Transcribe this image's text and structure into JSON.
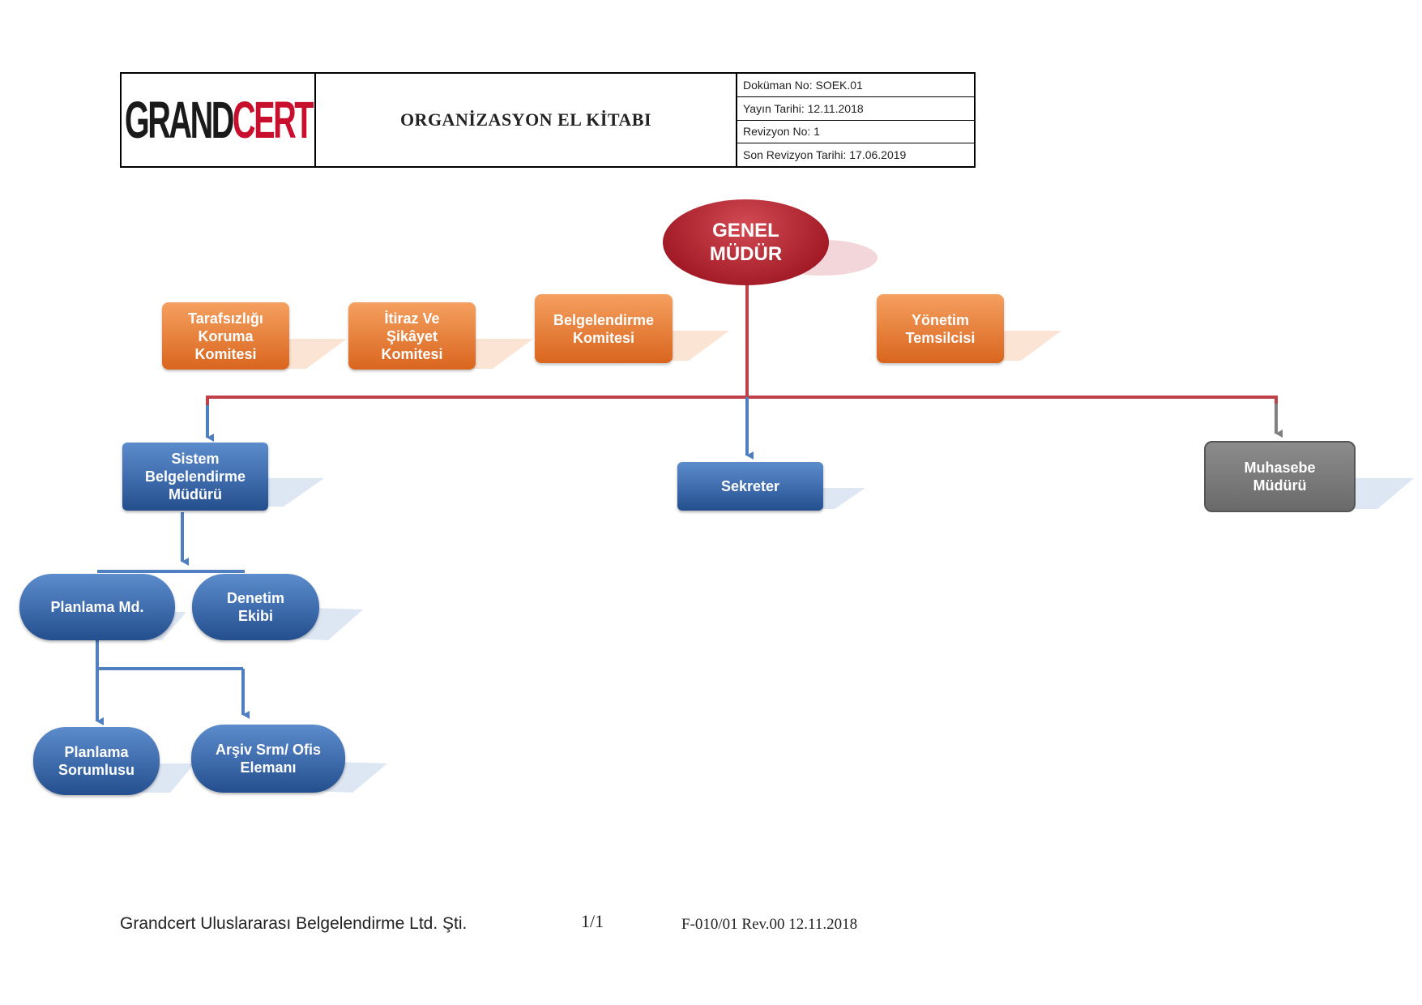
{
  "header": {
    "logo_grand": "GRAND",
    "logo_cert": "CERT",
    "title": "ORGANİZASYON EL KİTABI",
    "doc_no": "Doküman No: SOEK.01",
    "publish_date": "Yayın Tarihi: 12.11.2018",
    "revision_no": "Revizyon No: 1",
    "last_revision_date": "Son Revizyon Tarihi: 17.06.2019"
  },
  "nodes": {
    "genel_mudur": "GENEL\nMÜDÜR",
    "tarafsizlik": "Tarafsızlığı\nKoruma\nKomitesi",
    "itiraz": "İtiraz Ve\nŞikâyet\nKomitesi",
    "belgelendirme_komitesi": "Belgelendirme\nKomitesi",
    "yonetim_temsilcisi": "Yönetim\nTemsilcisi",
    "sistem_belgelendirme": "Sistem\nBelgelendirme\nMüdürü",
    "sekreter": "Sekreter",
    "muhasebe": "Muhasebe\nMüdürü",
    "planlama_md": "Planlama  Md.",
    "denetim_ekibi": "Denetim\nEkibi",
    "planlama_sorumlusu": "Planlama\nSorumlusu",
    "arsiv": "Arşiv Srm/ Ofis\nElemanı"
  },
  "colors": {
    "red_line": "#c0404a",
    "blue_line": "#4f7fc0",
    "gray_line": "#808080",
    "shadow": "#dde6f3"
  },
  "footer": {
    "company": "Grandcert Uluslararası Belgelendirme Ltd. Şti.",
    "page": "1/1",
    "form": "F-010/01 Rev.00  12.11.2018"
  }
}
